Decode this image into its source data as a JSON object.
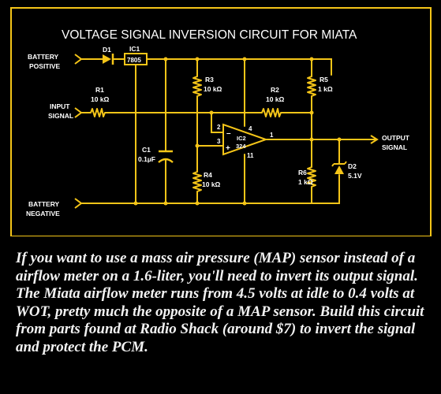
{
  "diagram": {
    "title": "VOLTAGE SIGNAL INVERSION CIRCUIT FOR MIATA",
    "terminals": {
      "battery_positive": [
        "BATTERY",
        "POSITIVE"
      ],
      "input_signal": [
        "INPUT",
        "SIGNAL"
      ],
      "battery_negative": [
        "BATTERY",
        "NEGATIVE"
      ],
      "output_signal": [
        "OUTPUT",
        "SIGNAL"
      ]
    },
    "components": {
      "d1": "D1",
      "ic1": "IC1",
      "ic1_part": "7805",
      "r1": "R1",
      "r1_value": "10 kΩ",
      "r3": "R3",
      "r3_value": "10 kΩ",
      "r2": "R2",
      "r2_value": "10 kΩ",
      "r5": "R5",
      "r5_value": "1 kΩ",
      "c1": "C1",
      "c1_value": "0.1µF",
      "r4": "R4",
      "r4_value": "10 kΩ",
      "ic2": "IC2",
      "ic2_part": "324",
      "r6": "R6",
      "r6_value": "1 kΩ",
      "d2": "D2",
      "d2_value": "5.1V",
      "pin2": "2",
      "pin3": "3",
      "pin4": "4",
      "pin1": "1",
      "pin11": "11",
      "minus": "–",
      "plus": "+"
    }
  },
  "caption": "If you want to use a mass air pressure (MAP) sensor instead of a airflow meter on a 1.6-liter, you'll need to invert its output signal. The Miata airflow meter runs from 4.5 volts at idle to 0.4 volts at WOT, pretty much the opposite of a MAP sensor. Build this circuit from parts found at Radio Shack (around $7) to invert the signal and protect the PCM.",
  "colors": {
    "background": "#000000",
    "wire": "#f5c518",
    "text": "#ffffff"
  }
}
